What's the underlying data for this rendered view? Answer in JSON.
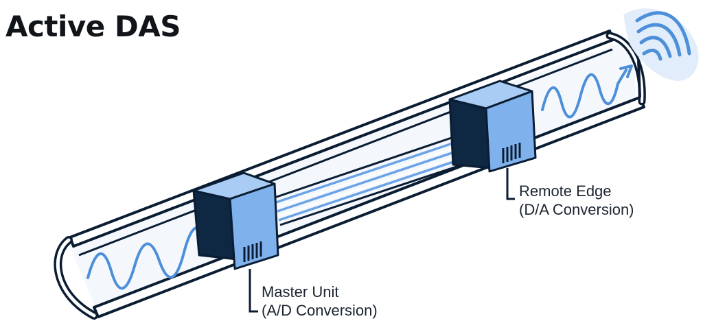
{
  "title": "Active DAS",
  "labels": {
    "master": {
      "line1": "Master Unit",
      "line2": "(A/D Conversion)"
    },
    "remote": {
      "line1": "Remote Edge",
      "line2": "(D/A Conversion)"
    }
  },
  "colors": {
    "outline": "#0b1d33",
    "signal": "#4d8fd8",
    "box_face": "#7fb1ec",
    "box_top": "#a9ccf4",
    "box_dark": "#0e2742",
    "fiber": "#6aa3e6",
    "pipe_inner": "#eaf2fc"
  },
  "icons": {
    "broadcast": "wifi-broadcast-icon",
    "arrow": "signal-arrow-icon",
    "vent": "vent-grille-icon"
  }
}
